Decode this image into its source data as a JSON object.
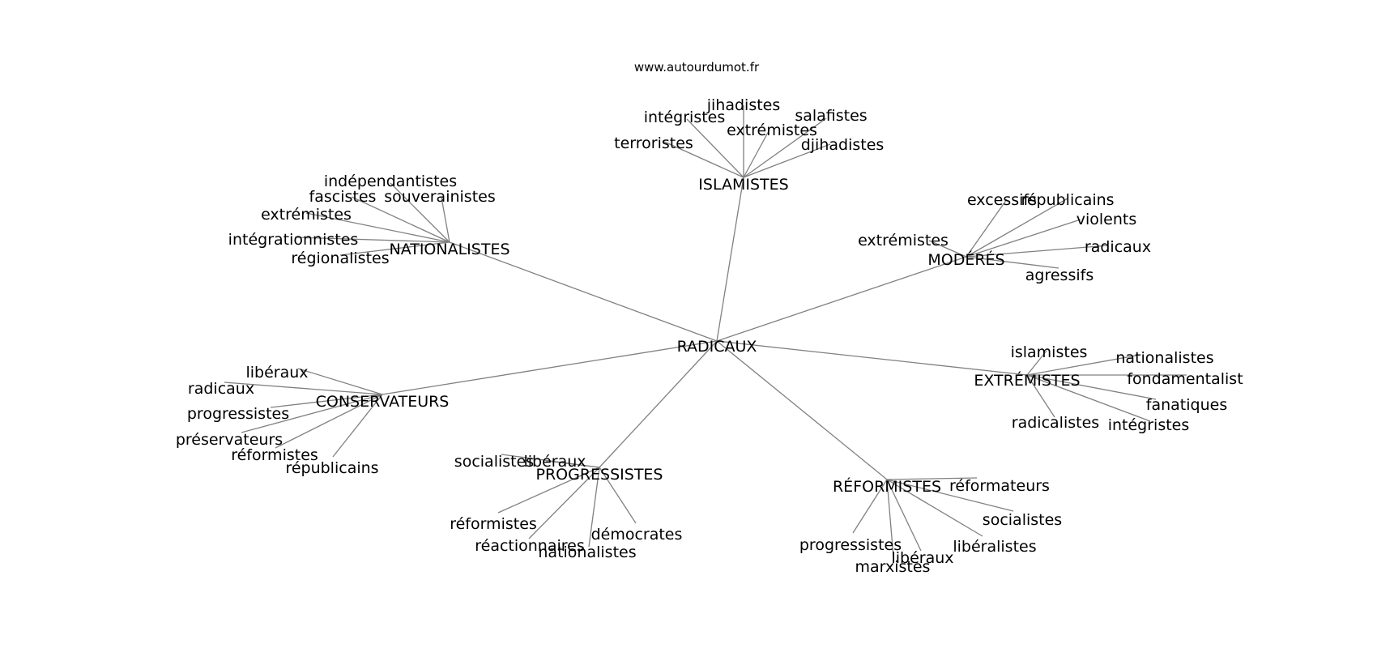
{
  "site_url": "www.autourdumot.fr",
  "root": "RADICAUX",
  "clusters": [
    {
      "label": "ISLAMISTES",
      "words": [
        "jihadistes",
        "intégristes",
        "salafistes",
        "extrémistes",
        "terroristes",
        "djihadistes"
      ]
    },
    {
      "label": "NATIONALISTES",
      "words": [
        "indépendantistes",
        "fascistes",
        "souverainistes",
        "extrémistes",
        "intégrationnistes",
        "régionalistes"
      ]
    },
    {
      "label": "MODÉRÉS",
      "words": [
        "excessifs",
        "républicains",
        "violents",
        "extrémistes",
        "radicaux",
        "agressifs"
      ]
    },
    {
      "label": "EXTRÉMISTES",
      "words": [
        "islamistes",
        "nationalistes",
        "fondamentalist",
        "fanatiques",
        "radicalistes",
        "intégristes"
      ]
    },
    {
      "label": "CONSERVATEURS",
      "words": [
        "libéraux",
        "radicaux",
        "progressistes",
        "préservateurs",
        "réformistes",
        "républicains"
      ]
    },
    {
      "label": "PROGRESSISTES",
      "words": [
        "socialistes",
        "libéraux",
        "réformistes",
        "démocrates",
        "réactionnaires",
        "nationalistes"
      ]
    },
    {
      "label": "RÉFORMISTES",
      "words": [
        "réformateurs",
        "socialistes",
        "progressistes",
        "libéralistes",
        "libéraux",
        "marxistes"
      ]
    }
  ]
}
